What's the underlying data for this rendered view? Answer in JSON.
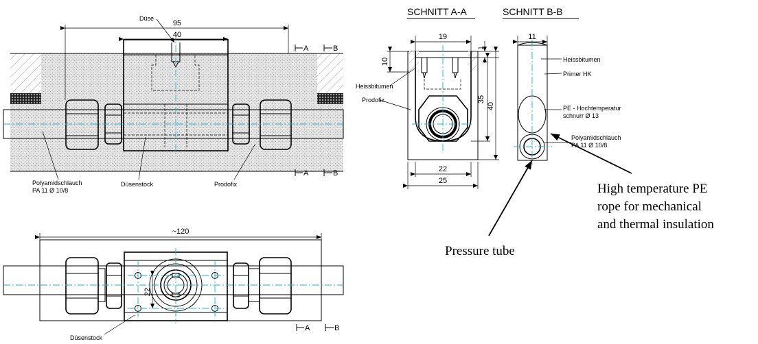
{
  "sections": {
    "a_a": "SCHNITT A-A",
    "b_b": "SCHNITT B-B"
  },
  "front_view": {
    "dims": {
      "d95": "95",
      "d40": "40"
    },
    "labels": {
      "duse": "Düse",
      "hose_line1": "Polyamidschlauch",
      "hose_line2": "PA 11 Ø 10/8",
      "nozzle_block": "Düsenstock",
      "prodofix": "Prodofix"
    },
    "cuts": {
      "a": "A",
      "b": "B"
    }
  },
  "top_view": {
    "dims": {
      "d120": "~120",
      "d22": "22"
    },
    "labels": {
      "nozzle_block": "Düsenstock"
    },
    "cuts": {
      "a": "A",
      "b": "B"
    }
  },
  "section_a": {
    "dims": {
      "d19": "19",
      "d1": "1",
      "d10": "10",
      "d35": "35",
      "d40": "40",
      "d22": "22",
      "d25": "25"
    },
    "labels": {
      "heissbitumen": "Heissbitumen",
      "prodofix": "Prodofix"
    }
  },
  "section_b": {
    "dims": {
      "d11": "11"
    },
    "labels": {
      "heissbitumen": "Heissbitumen",
      "primer": "Primer HK",
      "pe_line1": "PE - Hochtemperatur",
      "pe_line2": "schnurr Ø 13",
      "hose_line1": "Polyamidschlauch",
      "hose_line2": "PA 11 Ø 10/8"
    }
  },
  "annotations": {
    "rope_line1": "High temperature PE",
    "rope_line2": "rope for mechanical",
    "rope_line3": "and thermal insulation",
    "pressure_tube": "Pressure tube"
  }
}
